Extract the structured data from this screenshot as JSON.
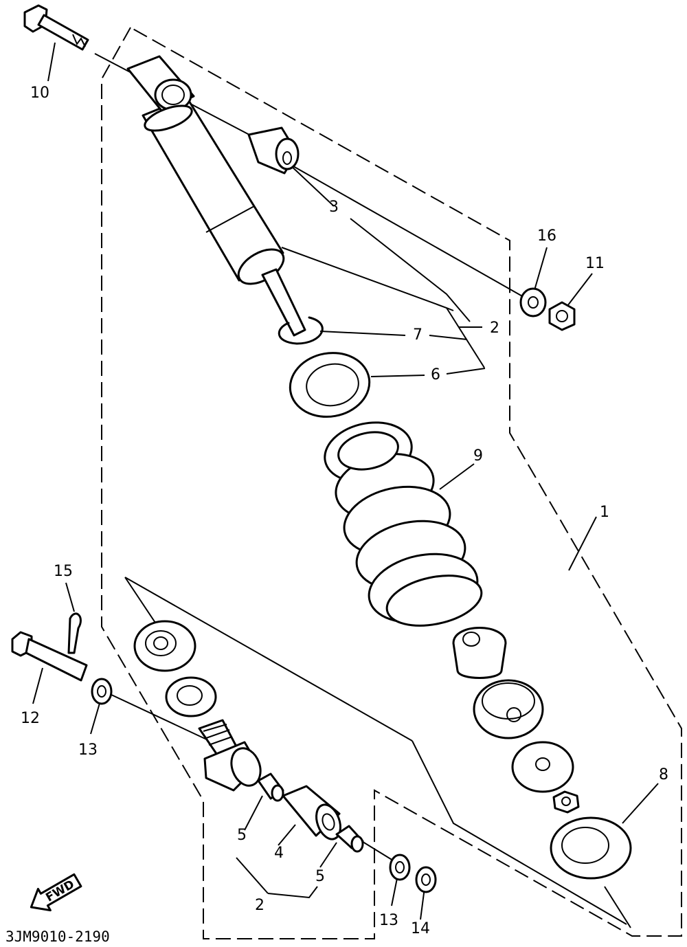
{
  "diagram_code": "3JM9010-2190",
  "fwd_label": "FWD",
  "callouts": [
    {
      "id": "c1",
      "text": "1"
    },
    {
      "id": "c2a",
      "text": "2"
    },
    {
      "id": "c2b",
      "text": "2"
    },
    {
      "id": "c3",
      "text": "3"
    },
    {
      "id": "c4",
      "text": "4"
    },
    {
      "id": "c5a",
      "text": "5"
    },
    {
      "id": "c5b",
      "text": "5"
    },
    {
      "id": "c6",
      "text": "6"
    },
    {
      "id": "c7",
      "text": "7"
    },
    {
      "id": "c8",
      "text": "8"
    },
    {
      "id": "c9",
      "text": "9"
    },
    {
      "id": "c10",
      "text": "10"
    },
    {
      "id": "c11",
      "text": "11"
    },
    {
      "id": "c12",
      "text": "12"
    },
    {
      "id": "c13a",
      "text": "13"
    },
    {
      "id": "c13b",
      "text": "13"
    },
    {
      "id": "c14",
      "text": "14"
    },
    {
      "id": "c15",
      "text": "15"
    },
    {
      "id": "c16",
      "text": "16"
    }
  ]
}
